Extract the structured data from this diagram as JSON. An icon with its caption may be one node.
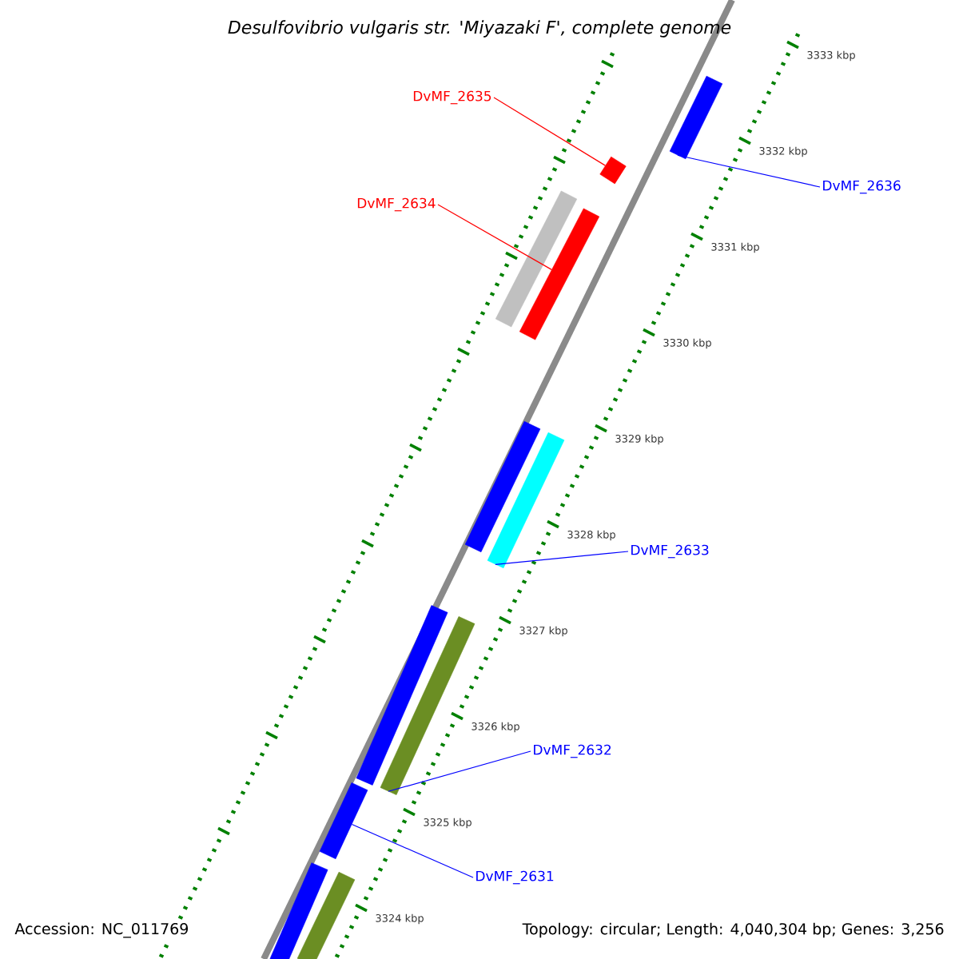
{
  "diagram": {
    "title": "Desulfovibrio vulgaris str. 'Miyazaki F', complete genome",
    "nodes": [
      {
        "text": [
          "DvMF_2635"
        ]
      },
      {
        "text": [
          "DvMF_2634"
        ]
      },
      {
        "text": [
          "DvMF_2636"
        ]
      },
      {
        "text": [
          "DvMF_2633"
        ]
      },
      {
        "text": [
          "DvMF_2632"
        ]
      },
      {
        "text": [
          "DvMF_2631"
        ]
      },
      {
        "text": [],
        "shape": "bar"
      },
      {
        "text": [],
        "shape": "bar"
      },
      {
        "text": [],
        "shape": "bar"
      },
      {
        "text": [],
        "shape": "bar"
      },
      {
        "text": [],
        "shape": "bar"
      },
      {
        "text": [],
        "shape": "bar"
      },
      {
        "text": [],
        "shape": "bar"
      },
      {
        "text": [],
        "shape": "bar"
      },
      {
        "text": [],
        "shape": "bar"
      },
      {
        "text": [],
        "shape": "bar"
      },
      {
        "text": [],
        "shape": "bar"
      }
    ],
    "edges": [
      {
        "from": 0,
        "to": 7,
        "arrow": "none",
        "color": "#ff0000"
      },
      {
        "from": 1,
        "to": 9,
        "arrow": "none",
        "color": "#ff0000"
      },
      {
        "from": 2,
        "to": 6,
        "arrow": "none"
      },
      {
        "from": 3,
        "to": 11,
        "arrow": "none"
      },
      {
        "from": 4,
        "to": 13,
        "arrow": "none"
      },
      {
        "from": 5,
        "to": 14,
        "arrow": "none"
      }
    ],
    "labels": [
      "3333 kbp",
      "3332 kbp",
      "3331 kbp",
      "3330 kbp",
      "3329 kbp",
      "3328 kbp",
      "3327 kbp",
      "3326 kbp",
      "3325 kbp",
      "3324 kbp",
      "Accession: NC_011769",
      "Topology: circular; Length: 4,040,304 bp; Genes: 3,256"
    ]
  }
}
